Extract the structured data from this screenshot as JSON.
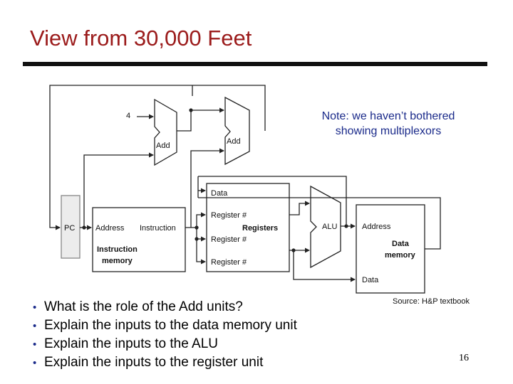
{
  "slide": {
    "title": "View from 30,000 Feet",
    "note_lines": [
      "Note: we haven’t bothered",
      "showing multiplexors"
    ],
    "source": "Source: H&P textbook",
    "page_number": "16",
    "bullets": [
      "What is the role of the Add units?",
      "Explain the inputs to the data memory unit",
      "Explain the inputs to the ALU",
      "Explain the inputs to the register unit"
    ],
    "title_color": "#9b1b1b",
    "note_color": "#1a2a8a"
  },
  "diagram": {
    "constant_four": "4",
    "adder_top_label": "Add",
    "adder_branch_label": "Add",
    "pc_label": "PC",
    "imem_address": "Address",
    "imem_instruction": "Instruction",
    "imem_name_line1": "Instruction",
    "imem_name_line2": "memory",
    "reg_data": "Data",
    "reg_port1": "Register #",
    "reg_port2": "Register #",
    "reg_port3": "Register #",
    "reg_name": "Registers",
    "alu_label": "ALU",
    "dmem_address": "Address",
    "dmem_name_line1": "Data",
    "dmem_name_line2": "memory",
    "dmem_data": "Data"
  }
}
